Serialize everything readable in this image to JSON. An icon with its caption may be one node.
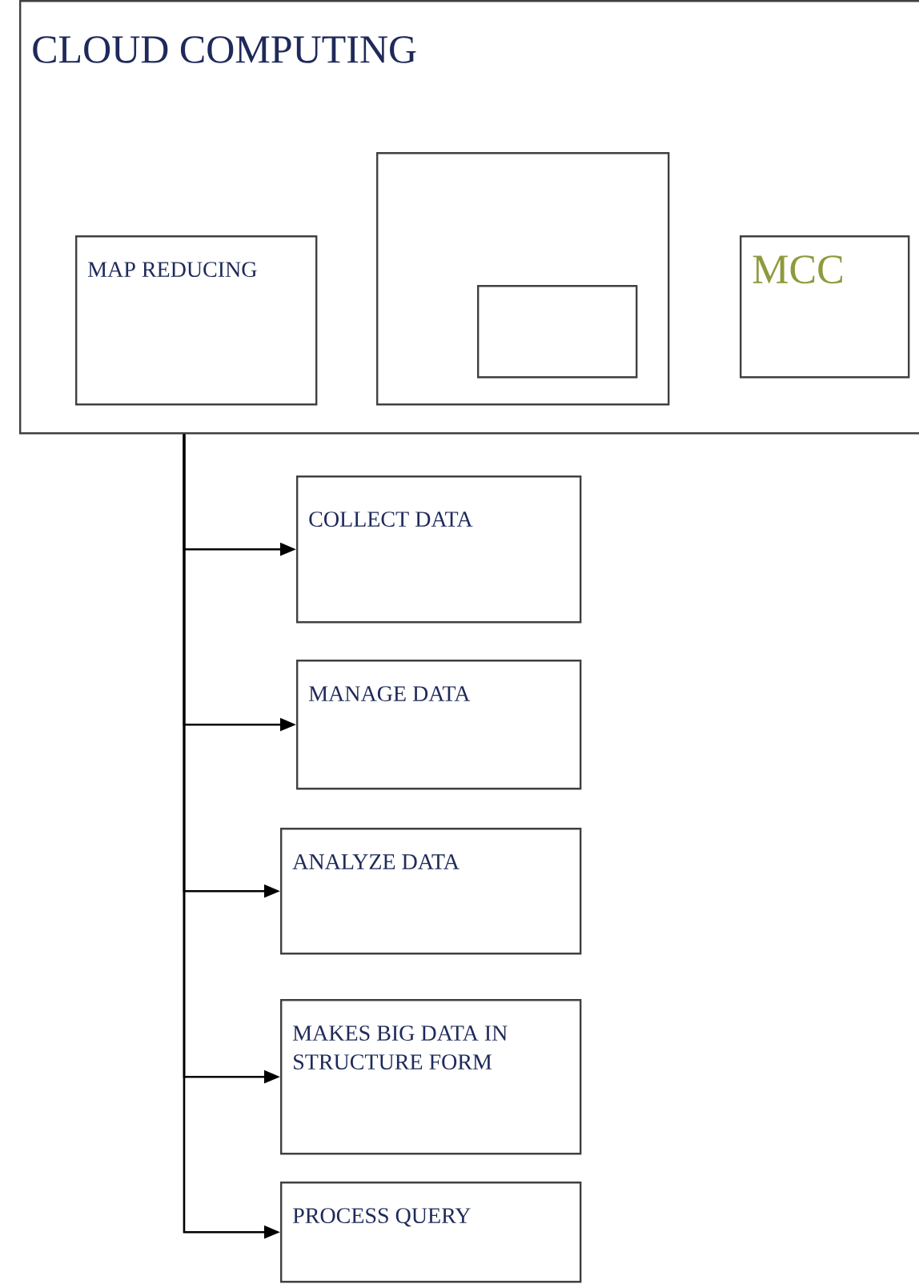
{
  "diagram": {
    "nodes": [
      {
        "text": [
          "CLOUD COMPUTING"
        ]
      },
      {
        "text": [
          "MAP REDUCING"
        ],
        "in": 0
      },
      {
        "text": [],
        "shape": "box",
        "in": 0
      },
      {
        "text": [],
        "shape": "box",
        "in": 2
      },
      {
        "text": [
          "MCC"
        ],
        "in": 0
      },
      {
        "text": [
          "COLLECT DATA"
        ]
      },
      {
        "text": [
          "MANAGE DATA"
        ]
      },
      {
        "text": [
          "ANALYZE DATA"
        ]
      },
      {
        "text": [
          "MAKES BIG DATA IN STRUCTURE FORM"
        ]
      },
      {
        "text": [
          "PROCESS QUERY"
        ]
      }
    ],
    "edges": [
      {
        "from": 0,
        "to": 5,
        "arrow": "to"
      },
      {
        "from": 0,
        "to": 6,
        "arrow": "to"
      },
      {
        "from": 0,
        "to": 7,
        "arrow": "to"
      },
      {
        "from": 0,
        "to": 8,
        "arrow": "to"
      },
      {
        "from": 0,
        "to": 9,
        "arrow": "to"
      }
    ]
  }
}
